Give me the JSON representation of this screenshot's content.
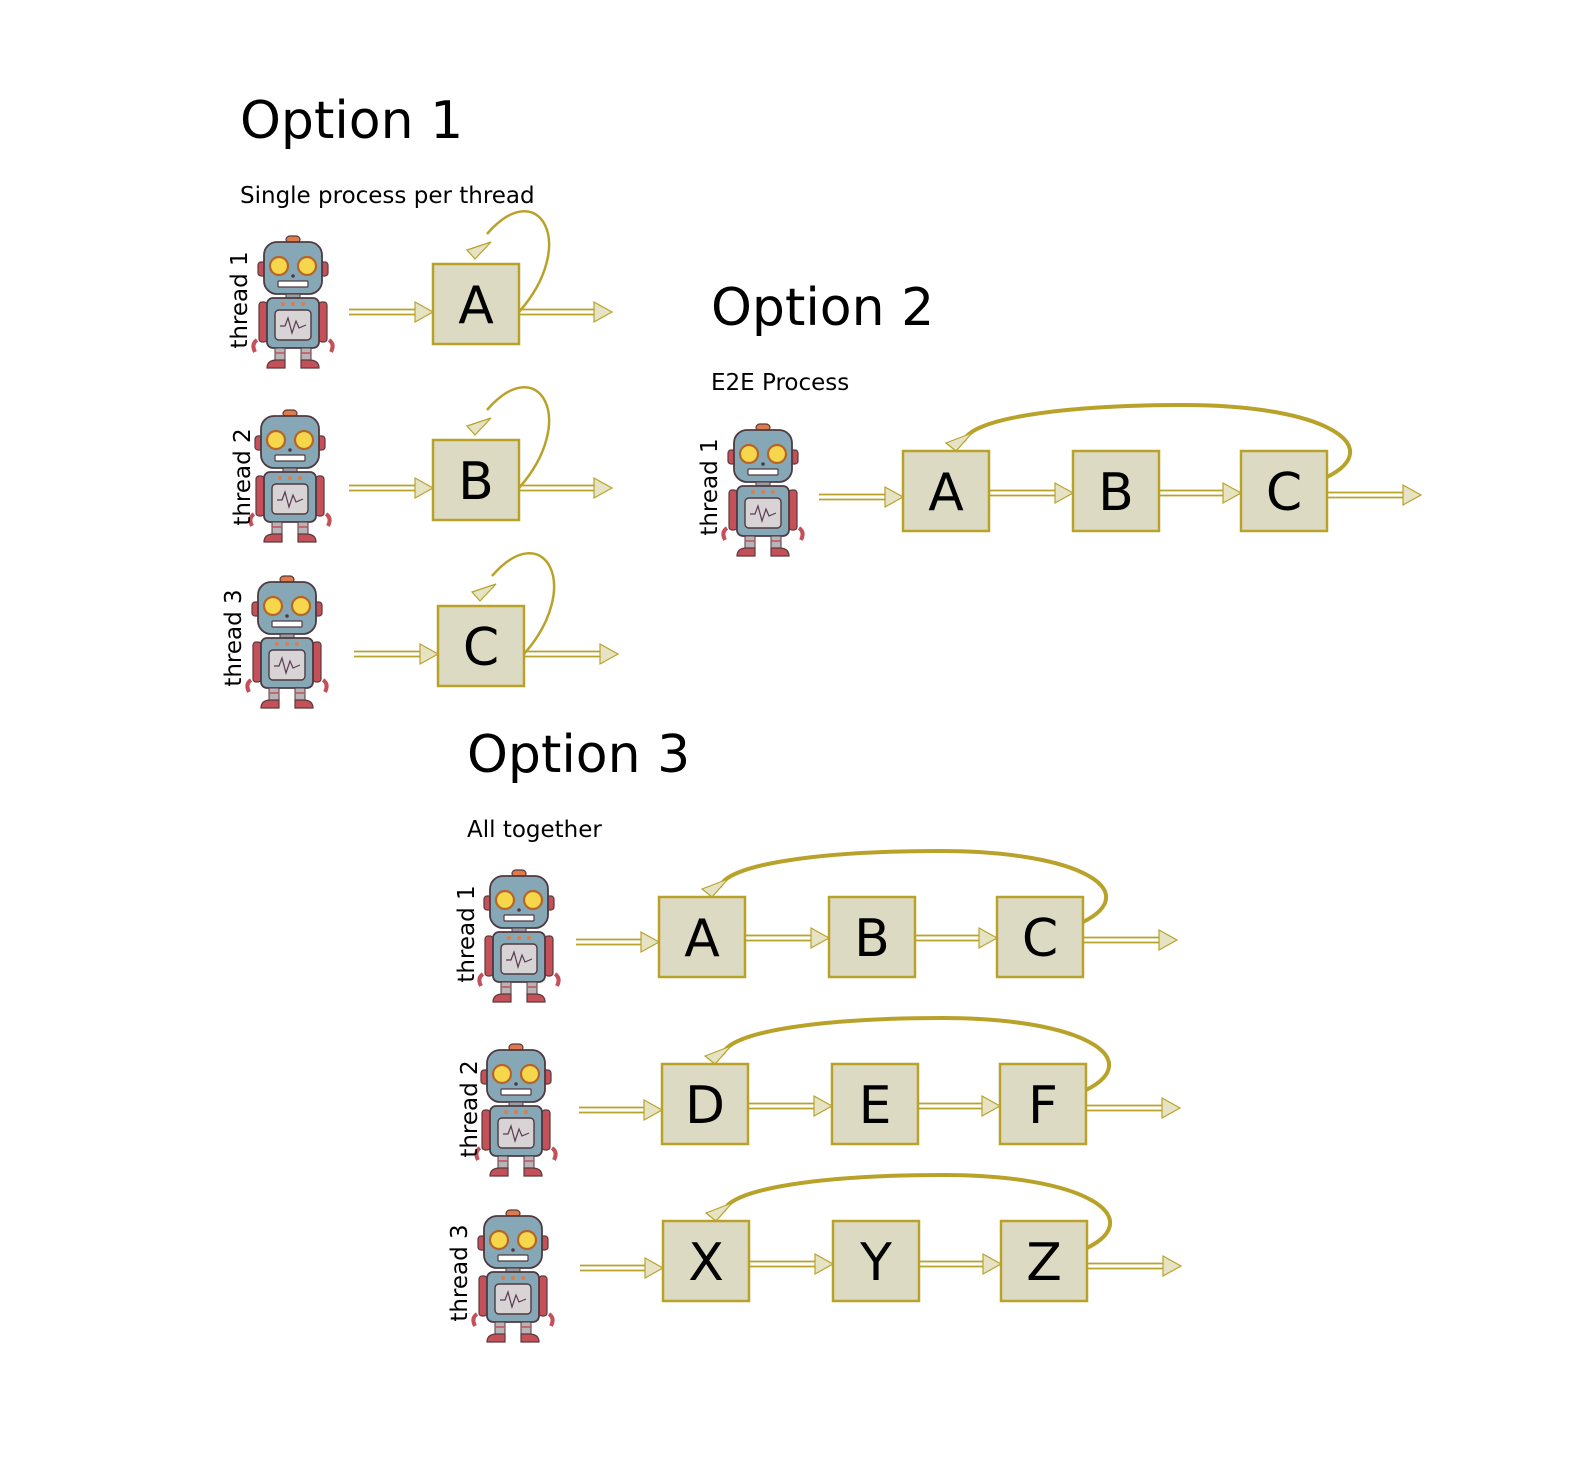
{
  "colors": {
    "box_fill": "#dddac3",
    "box_stroke": "#b9a22a",
    "arrow": "#b9a22a",
    "robot_head": "#86a8b6",
    "robot_red": "#c4505a",
    "robot_eye": "#f6d64a"
  },
  "icons": {
    "worker": "robot-icon"
  },
  "option1": {
    "title": "Option 1",
    "subtitle": "Single process per thread",
    "threads": [
      {
        "label": "thread 1",
        "steps": [
          "A"
        ]
      },
      {
        "label": "thread 2",
        "steps": [
          "B"
        ]
      },
      {
        "label": "thread 3",
        "steps": [
          "C"
        ]
      }
    ]
  },
  "option2": {
    "title": "Option 2",
    "subtitle": "E2E Process",
    "threads": [
      {
        "label": "thread 1",
        "steps": [
          "A",
          "B",
          "C"
        ]
      }
    ]
  },
  "option3": {
    "title": "Option 3",
    "subtitle": "All together",
    "threads": [
      {
        "label": "thread 1",
        "steps": [
          "A",
          "B",
          "C"
        ]
      },
      {
        "label": "thread 2",
        "steps": [
          "D",
          "E",
          "F"
        ]
      },
      {
        "label": "thread 3",
        "steps": [
          "X",
          "Y",
          "Z"
        ]
      }
    ]
  }
}
